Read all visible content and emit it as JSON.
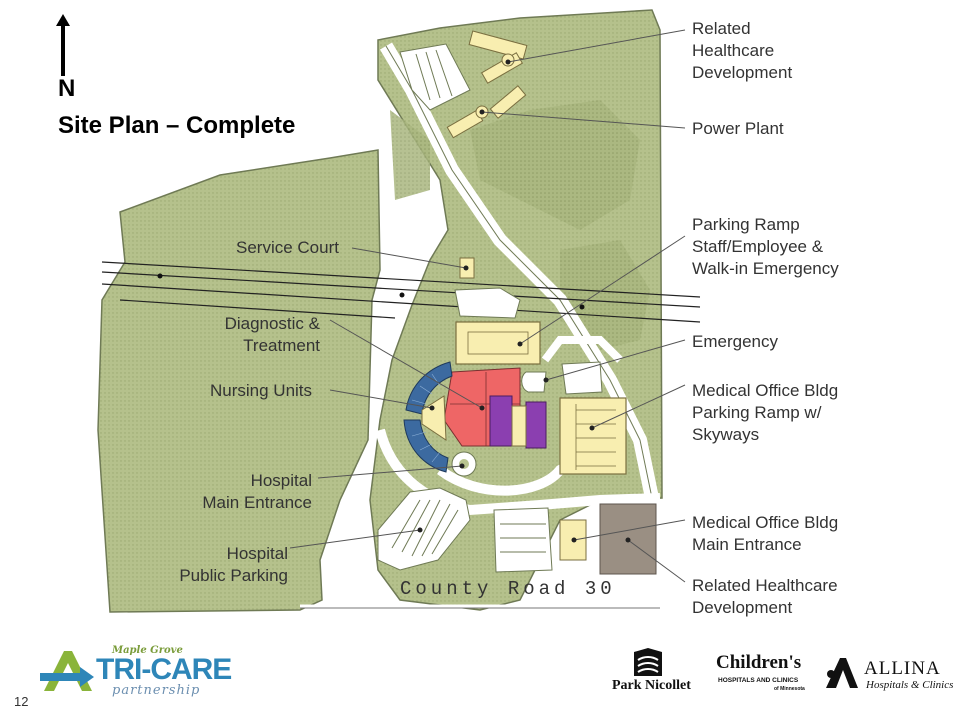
{
  "slide": {
    "north_letter": "N",
    "title": "Site Plan – Complete",
    "page_number": "12",
    "road_label": "County Road 30"
  },
  "labels": {
    "related_healthcare_top": [
      "Related",
      "Healthcare",
      "Development"
    ],
    "power_plant": [
      "Power Plant"
    ],
    "parking_ramp_staff": [
      "Parking Ramp",
      "Staff/Employee &",
      "Walk-in Emergency"
    ],
    "emergency": [
      "Emergency"
    ],
    "mob_parking_ramp": [
      "Medical Office Bldg",
      "Parking Ramp w/",
      "Skyways"
    ],
    "mob_main_entrance": [
      "Medical Office Bldg",
      "Main Entrance"
    ],
    "related_healthcare_bottom": [
      "Related Healthcare",
      "Development"
    ],
    "service_court": [
      "Service Court"
    ],
    "diagnostic_treatment": [
      "Diagnostic &",
      "Treatment"
    ],
    "nursing_units": [
      "Nursing Units"
    ],
    "hospital_main_entrance": [
      "Hospital",
      "Main Entrance"
    ],
    "hospital_public_parking": [
      "Hospital",
      "Public Parking"
    ]
  },
  "logos": {
    "tricare": {
      "top": "Maple Grove",
      "main": "TRI-CARE",
      "bottom": "partnership"
    },
    "park_nicollet": "Park Nicollet",
    "childrens": {
      "name": "Children's",
      "sub": "HOSPITALS AND CLINICS",
      "sub2": "of Minnesota"
    },
    "allina": {
      "name": "ALLINA",
      "sub": "Hospitals & Clinics"
    }
  },
  "colors": {
    "land": "#b8c48f",
    "land_dark": "#9fae74",
    "building_tan": "#f8eeb0",
    "diagnostic_red": "#ee6666",
    "nursing_blue": "#3c6aa0",
    "purple": "#8b3fb0",
    "mob_gray": "#9a8f83"
  }
}
